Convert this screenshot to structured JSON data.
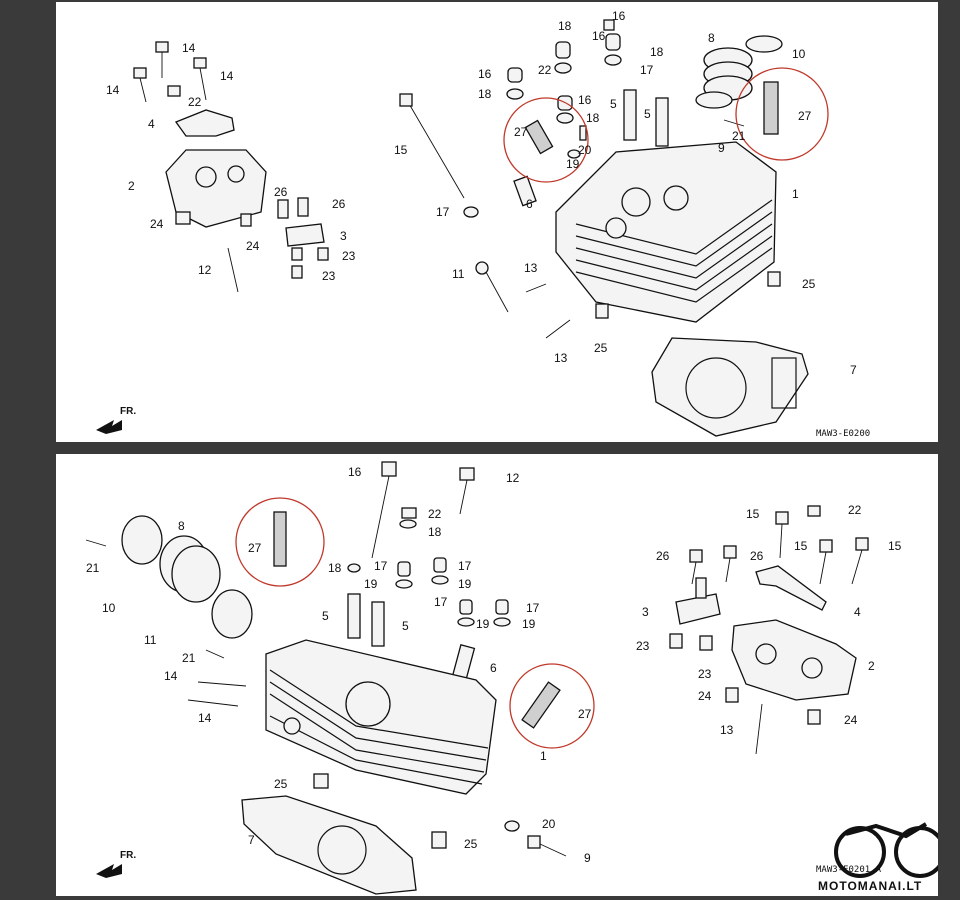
{
  "top": {
    "code": "MAW3-E0200",
    "fr": "FR.",
    "callouts": [
      "14",
      "14",
      "14",
      "22",
      "4",
      "2",
      "26",
      "26",
      "24",
      "24",
      "3",
      "23",
      "23",
      "12",
      "15",
      "17",
      "11",
      "13",
      "13",
      "25",
      "16",
      "18",
      "16",
      "18",
      "22",
      "16",
      "18",
      "17",
      "5",
      "5",
      "27",
      "16",
      "18",
      "19",
      "20",
      "6",
      "8",
      "10",
      "21",
      "9",
      "27",
      "1",
      "25",
      "7"
    ]
  },
  "bottom": {
    "code": "MAW3-E0201 A",
    "fr": "FR.",
    "callouts": [
      "16",
      "12",
      "22",
      "18",
      "27",
      "8",
      "21",
      "10",
      "18",
      "17",
      "19",
      "17",
      "19",
      "17",
      "19",
      "17",
      "19",
      "5",
      "5",
      "11",
      "21",
      "14",
      "14",
      "6",
      "27",
      "1",
      "25",
      "7",
      "20",
      "25",
      "9",
      "15",
      "22",
      "26",
      "26",
      "15",
      "15",
      "3",
      "4",
      "23",
      "23",
      "2",
      "24",
      "24",
      "13"
    ]
  },
  "watermark": "MOTOMANAI.LT",
  "colors": {
    "highlight": "#c0392b",
    "ink": "#111111",
    "background": "#3a3a3a"
  }
}
